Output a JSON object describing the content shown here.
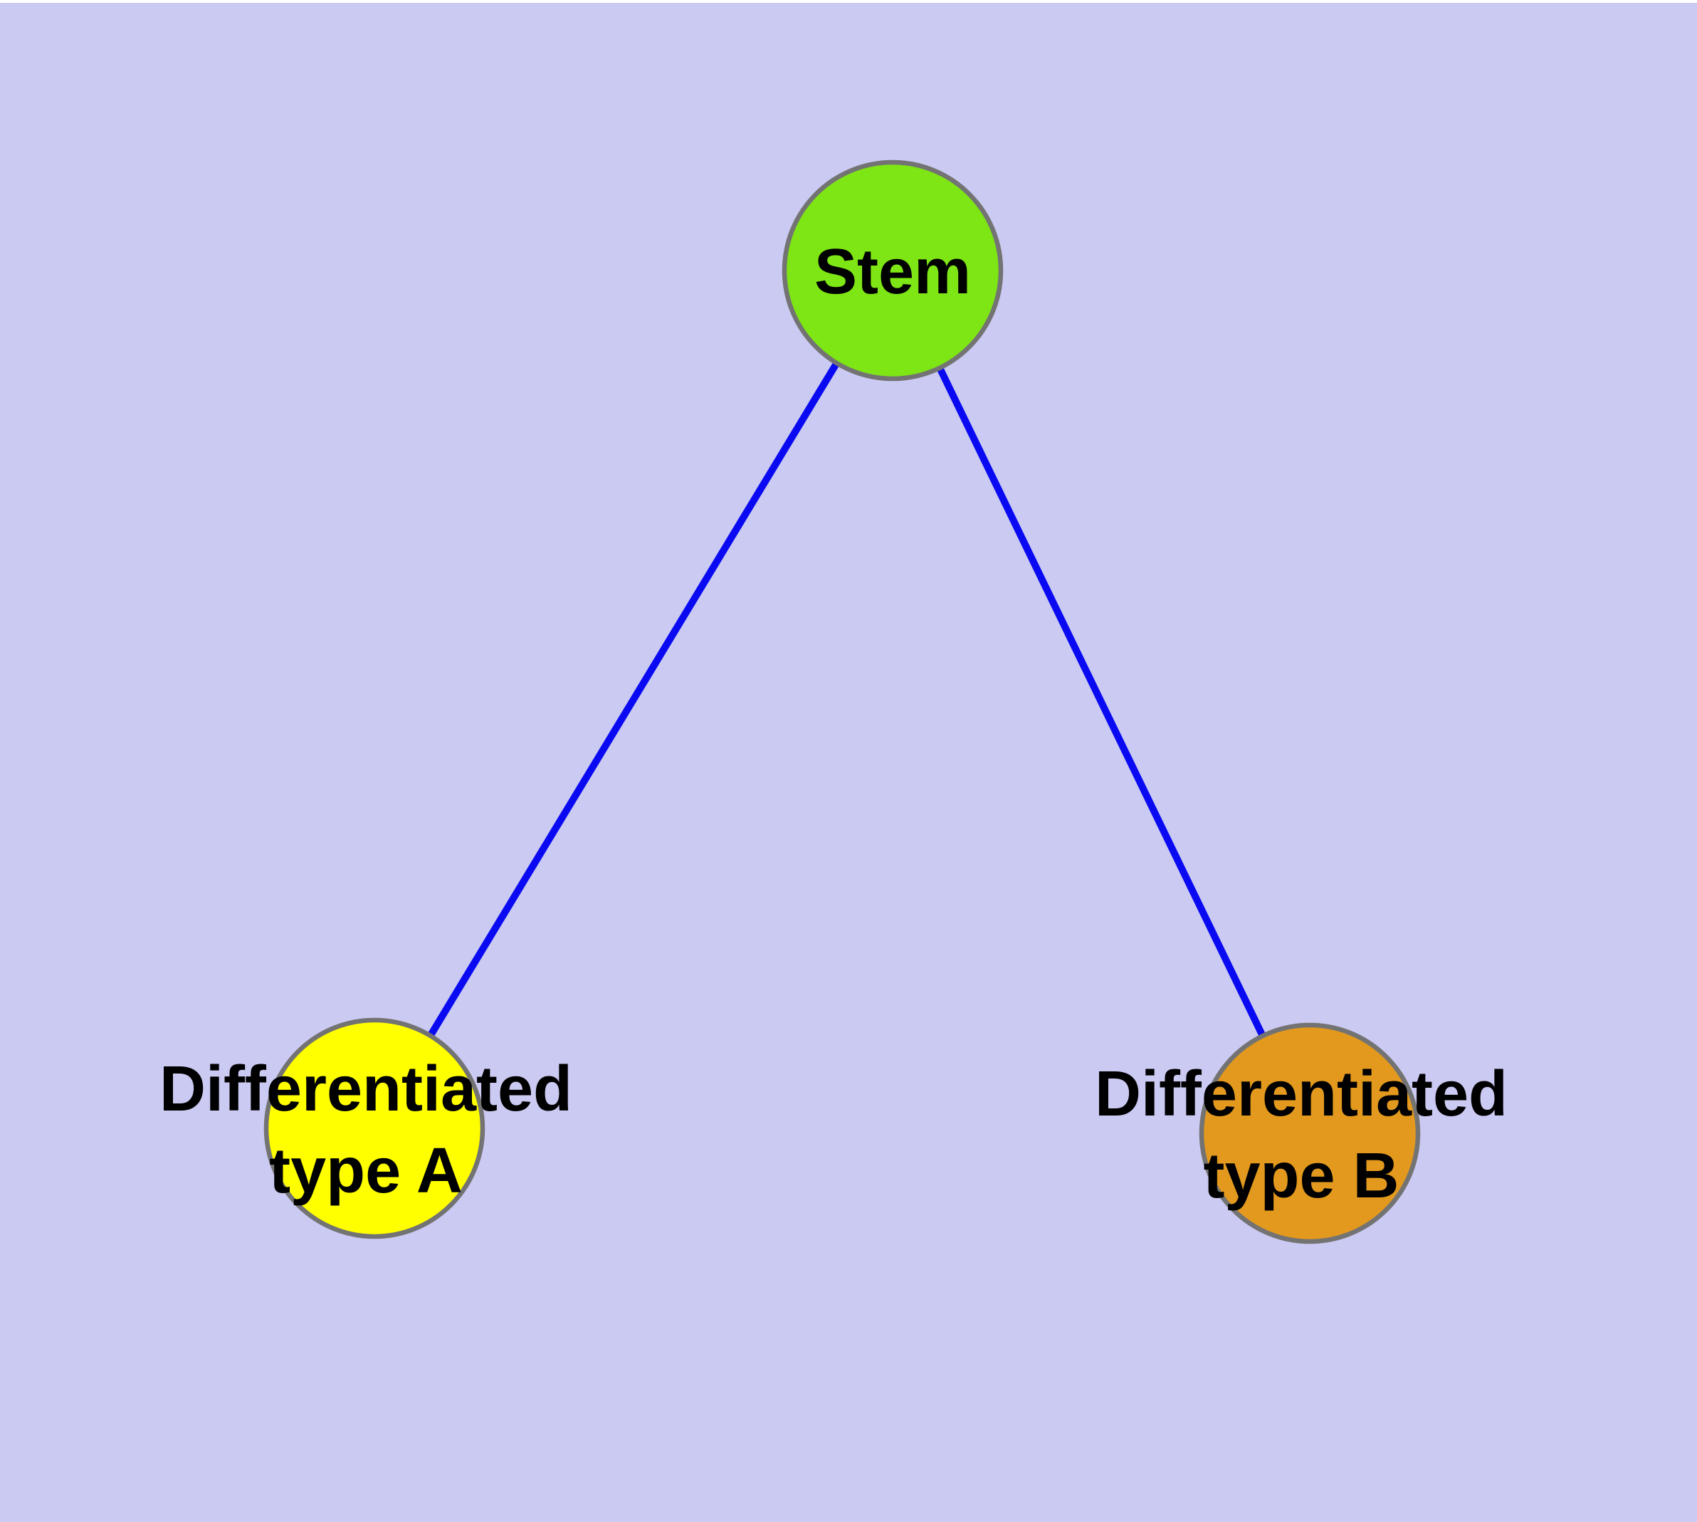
{
  "figure": {
    "background_color": "#CACAF2",
    "edge_color": "#0A0AF2",
    "node_border_color": "#737373",
    "text_color": "#000000",
    "nodes": {
      "stem": {
        "label": "Stem",
        "fill": "#7DE614"
      },
      "type_a": {
        "label_line1": "Differentiated",
        "label_line2": "type A",
        "label_full": "Differentiated type A",
        "fill": "#FFFF00"
      },
      "type_b": {
        "label_line1": "Differentiated",
        "label_line2": "type B",
        "label_full": "Differentiated type B",
        "fill": "#E2991E"
      }
    },
    "graph": {
      "type": "tree",
      "root": "Stem",
      "edges": [
        {
          "from": "Stem",
          "to": "Differentiated type A"
        },
        {
          "from": "Stem",
          "to": "Differentiated type B"
        }
      ]
    }
  }
}
